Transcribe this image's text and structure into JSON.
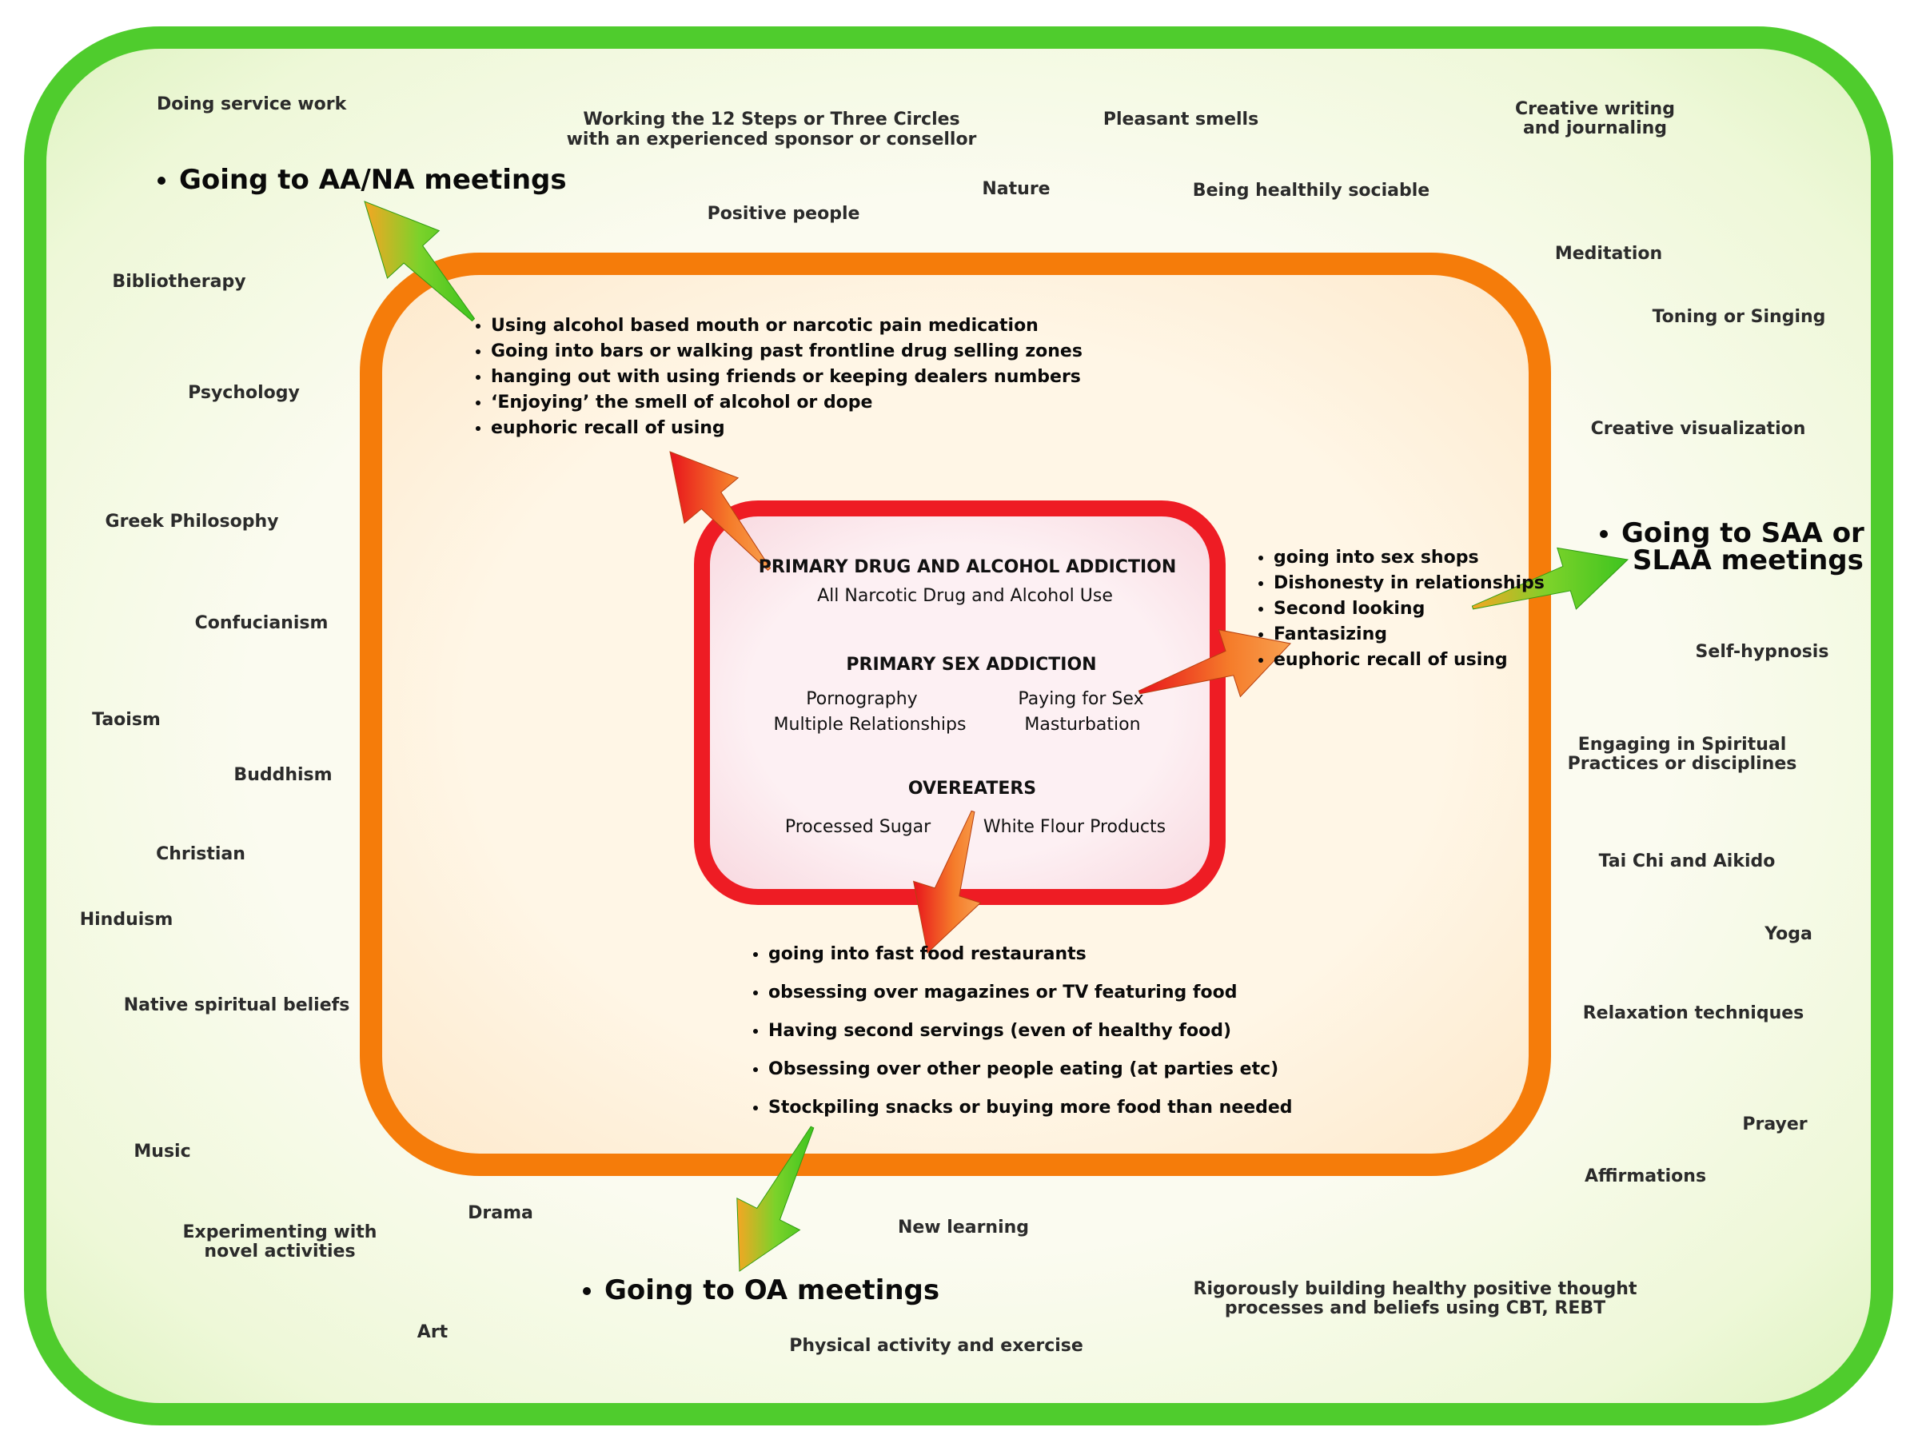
{
  "colors": {
    "outer_border": "#4fcc2d",
    "middle_border": "#f57c0a",
    "inner_border": "#ee1c24",
    "arrow_green": "#3ec41f",
    "arrow_orange": "#f58a1f",
    "arrow_red": "#e8141c"
  },
  "outer_labels": {
    "service_work": "Doing service work",
    "twelve_steps_1": "Working the 12 Steps or Three Circles",
    "twelve_steps_2": "with an experienced sponsor or consellor",
    "pleasant_smells": "Pleasant smells",
    "creative_writing_1": "Creative writing",
    "creative_writing_2": "and journaling",
    "positive_people": "Positive people",
    "nature": "Nature",
    "sociable": "Being healthily sociable",
    "meditation": "Meditation",
    "bibliotherapy": "Bibliotherapy",
    "toning": "Toning or Singing",
    "psychology": "Psychology",
    "visualization": "Creative visualization",
    "greek": "Greek Philosophy",
    "confucianism": "Confucianism",
    "self_hypnosis": "Self-hypnosis",
    "taoism": "Taoism",
    "buddhism": "Buddhism",
    "spiritual_1": "Engaging in Spiritual",
    "spiritual_2": "Practices or disciplines",
    "christian": "Christian",
    "taichi": "Tai Chi and Aikido",
    "hinduism": "Hinduism",
    "yoga": "Yoga",
    "native": "Native spiritual beliefs",
    "relaxation": "Relaxation techniques",
    "prayer": "Prayer",
    "music": "Music",
    "affirmations": "Affirmations",
    "drama": "Drama",
    "novel_1": "Experimenting with",
    "novel_2": "novel activities",
    "new_learning": "New learning",
    "cbt_1": "Rigorously building healthy positive thought",
    "cbt_2": "processes and beliefs using CBT, REBT",
    "art": "Art",
    "physical": "Physical activity and exercise"
  },
  "meetings": {
    "aa": "Going to AA/NA meetings",
    "saa_1": "Going to SAA or",
    "saa_2": "SLAA meetings",
    "oa": "Going to OA meetings"
  },
  "drug_triggers": [
    "Using alcohol based mouth or narcotic pain medication",
    "Going into bars or walking past frontline drug selling zones",
    "hanging out with using friends or keeping dealers numbers",
    "‘Enjoying’ the smell of alcohol or dope",
    "euphoric recall of using"
  ],
  "sex_triggers": [
    "going into sex shops",
    "Dishonesty in relationships",
    "Second looking",
    "Fantasizing",
    "euphoric recall of using"
  ],
  "food_triggers": [
    "going into fast food restaurants",
    "obsessing over magazines or TV featuring food",
    "Having second servings (even of healthy food)",
    "Obsessing over other people eating (at parties etc)",
    "Stockpiling snacks or buying more food than needed"
  ],
  "core": {
    "drug_title": "PRIMARY DRUG AND ALCOHOL ADDICTION",
    "drug_desc": "All Narcotic Drug and Alcohol Use",
    "sex_title": "PRIMARY SEX ADDICTION",
    "sex_left_1": "Pornography",
    "sex_left_2": "Multiple Relationships",
    "sex_right_1": "Paying for Sex",
    "sex_right_2": "Masturbation",
    "oa_title": "OVEREATERS",
    "oa_left": "Processed Sugar",
    "oa_right": "White Flour Products"
  }
}
